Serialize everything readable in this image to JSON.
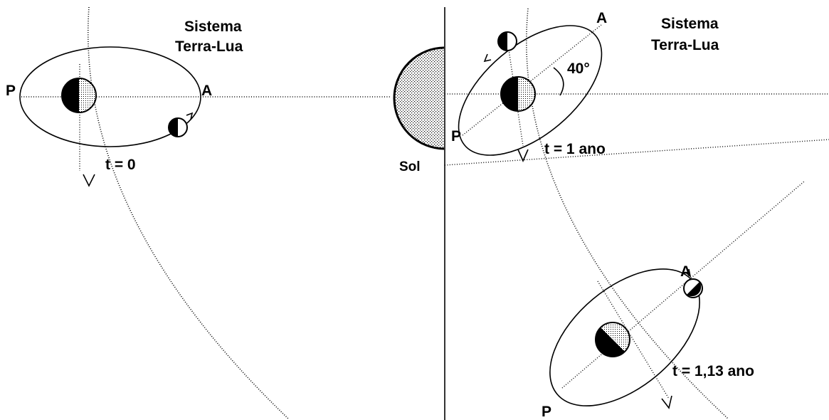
{
  "left_panel": {
    "title_line1": "Sistema",
    "title_line2": "Terra-Lua",
    "perigee": "P",
    "apogee": "A",
    "time": "t = 0"
  },
  "sun": {
    "label": "Sol"
  },
  "right_panel": {
    "title_line1": "Sistema",
    "title_line2": "Terra-Lua",
    "perigee_1": "P",
    "apogee_1": "A",
    "angle": "40°",
    "time_1": "t = 1 ano",
    "perigee_2": "P",
    "apogee_2": "A",
    "time_2": "t = 1,13 ano"
  }
}
